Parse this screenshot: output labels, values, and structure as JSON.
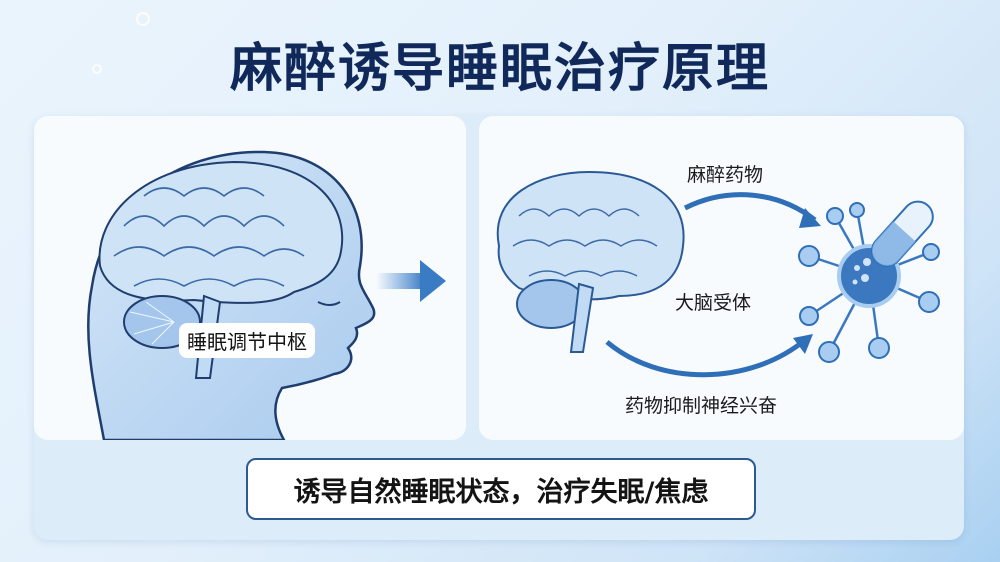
{
  "title": "麻醉诱导睡眠治疗原理",
  "left_panel": {
    "illustration": "head-profile-with-brain",
    "label": "睡眠调节中枢"
  },
  "transition_arrow": "right-arrow",
  "right_panel": {
    "illustration": "brain-to-receptor",
    "top_arrow_label": "麻醉药物",
    "middle_label": "大脑受体",
    "bottom_arrow_label": "药物抑制神经兴奋"
  },
  "conclusion": "诱导自然睡眠状态，治疗失眠/焦虑",
  "colors": {
    "title": "#10295a",
    "accent": "#3a7cc4",
    "outline": "#2e5a93",
    "panel_bg": "#f7fbfe"
  }
}
